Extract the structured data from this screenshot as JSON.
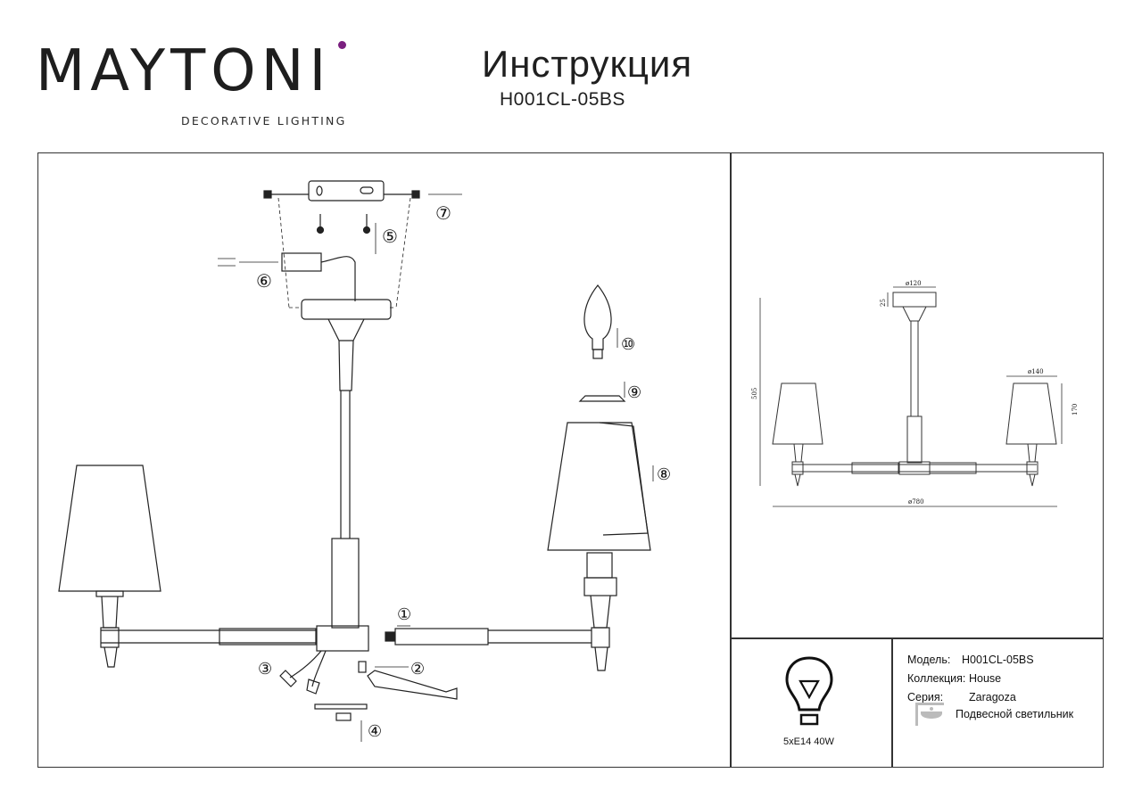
{
  "brand": {
    "logo_text": "MAYTONI",
    "tagline": "DECORATIVE LIGHTING",
    "accent_color": "#7a1f7f"
  },
  "header": {
    "title": "Инструкция",
    "model": "H001CL-05BS"
  },
  "assembly_steps": [
    "①",
    "②",
    "③",
    "④",
    "⑤",
    "⑥",
    "⑦",
    "⑧",
    "⑨",
    "⑩"
  ],
  "dimensions": {
    "canopy_diameter": "ø120",
    "canopy_height": "25",
    "total_height": "505",
    "shade_diameter": "ø140",
    "shade_height": "170",
    "total_diameter": "ø780"
  },
  "bulb": {
    "spec": "5xE14 40W"
  },
  "specs": {
    "model_label": "Модель:",
    "model_value": "H001CL-05BS",
    "collection_label": "Коллекция:",
    "collection_value": "House",
    "series_label": "Серия:",
    "series_value": "Zaragoza",
    "type_value": "Подвесной светильник"
  }
}
